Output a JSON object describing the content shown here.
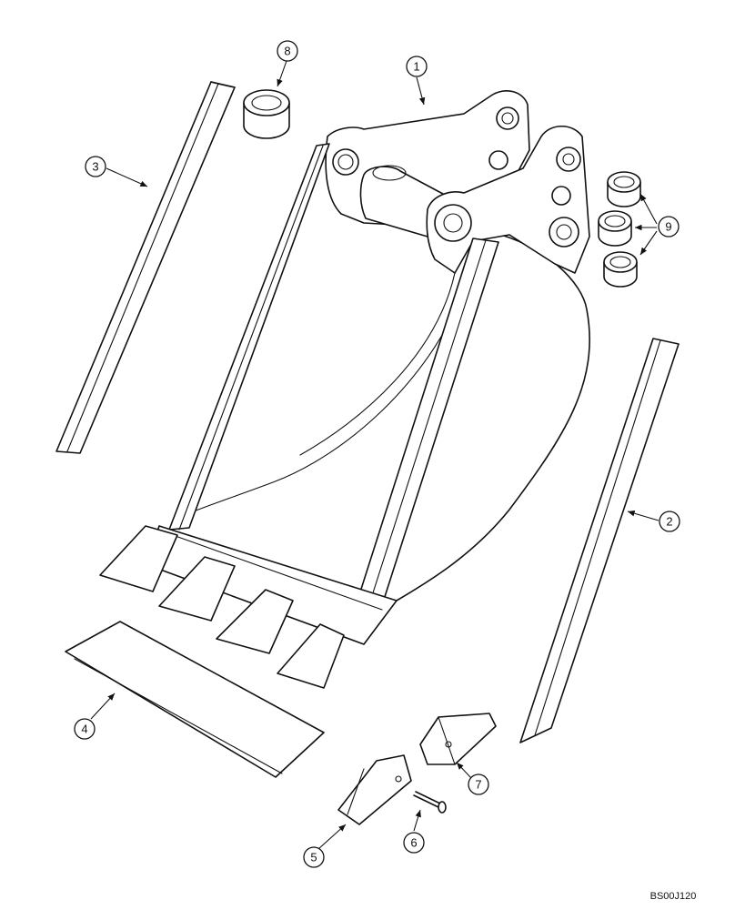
{
  "callouts": {
    "c1": "1",
    "c2": "2",
    "c3": "3",
    "c4": "4",
    "c5": "5",
    "c6": "6",
    "c7": "7",
    "c8": "8",
    "c9": "9"
  },
  "drawing_code": "BS00J120"
}
